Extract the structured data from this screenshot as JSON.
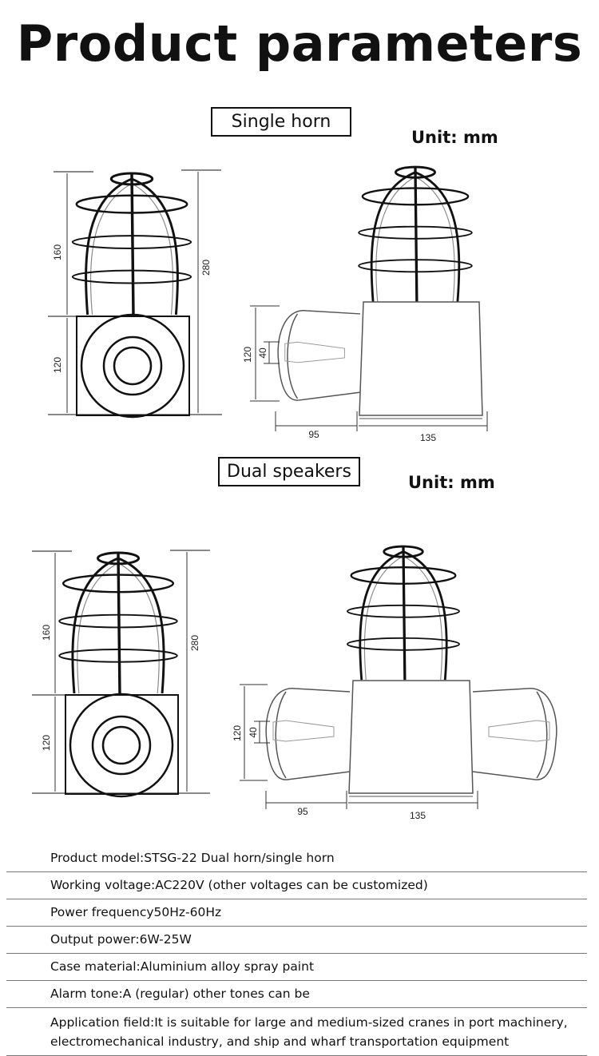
{
  "title": "Product parameters",
  "sections": [
    {
      "label": "Single horn",
      "unit": "Unit: mm",
      "dims": {
        "cage_height": "160",
        "total_height": "280",
        "box_height": "120",
        "horn_height": "120",
        "horn_inner": "40",
        "horn_length": "95",
        "box_width": "135"
      }
    },
    {
      "label": "Dual speakers",
      "unit": "Unit: mm",
      "dims": {
        "cage_height": "160",
        "total_height": "280",
        "box_height": "120",
        "horn_height": "120",
        "horn_inner": "40",
        "horn_length": "95",
        "box_width": "135"
      }
    }
  ],
  "params": [
    "Product model:STSG-22 Dual horn/single horn",
    "Working voltage:AC220V (other voltages can be customized)",
    "Power frequency50Hz-60Hz",
    "Output power:6W-25W",
    "Case material:Aluminium alloy spray paint",
    "Alarm tone:A (regular) other tones can be",
    "Application field:It is suitable for large and medium-sized cranes in port machinery, electromechanical industry, and ship and  wharf transportation equipment"
  ]
}
